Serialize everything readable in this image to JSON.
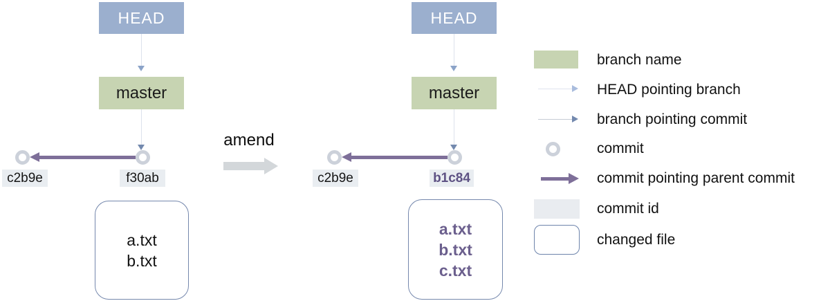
{
  "diagrams": [
    {
      "head_label": "HEAD",
      "branch_label": "master",
      "commits": [
        {
          "id": "c2b9e",
          "highlight": false
        },
        {
          "id": "f30ab",
          "highlight": false
        }
      ],
      "changed_files": [
        "a.txt",
        "b.txt"
      ],
      "files_highlighted": false
    },
    {
      "head_label": "HEAD",
      "branch_label": "master",
      "commits": [
        {
          "id": "c2b9e",
          "highlight": false
        },
        {
          "id": "b1c84",
          "highlight": true
        }
      ],
      "changed_files": [
        "a.txt",
        "b.txt",
        "c.txt"
      ],
      "files_highlighted": true
    }
  ],
  "transition": {
    "label": "amend"
  },
  "legend": {
    "items": [
      {
        "swatch": "branch-name-swatch",
        "label": "branch name"
      },
      {
        "swatch": "head-pointing-arrow",
        "label": "HEAD pointing branch"
      },
      {
        "swatch": "branch-pointing-arrow",
        "label": "branch pointing commit"
      },
      {
        "swatch": "commit-circle",
        "label": "commit"
      },
      {
        "swatch": "parent-commit-arrow",
        "label": "commit pointing parent commit"
      },
      {
        "swatch": "commit-id-swatch",
        "label": "commit id"
      },
      {
        "swatch": "changed-file-swatch",
        "label": "changed file"
      }
    ]
  },
  "colors": {
    "head_box": "#9bafce",
    "branch_box": "#c7d4b2",
    "commit_id_bg": "#e9edf1",
    "commit_ring": "#ccd1da",
    "head_arrow": "#8ba3c8",
    "branch_arrow": "#7389ae",
    "parent_arrow": "#7e6f99",
    "highlight_text": "#5e5284",
    "file_border": "#7487ac",
    "amend_arrow": "#d3d7da"
  }
}
